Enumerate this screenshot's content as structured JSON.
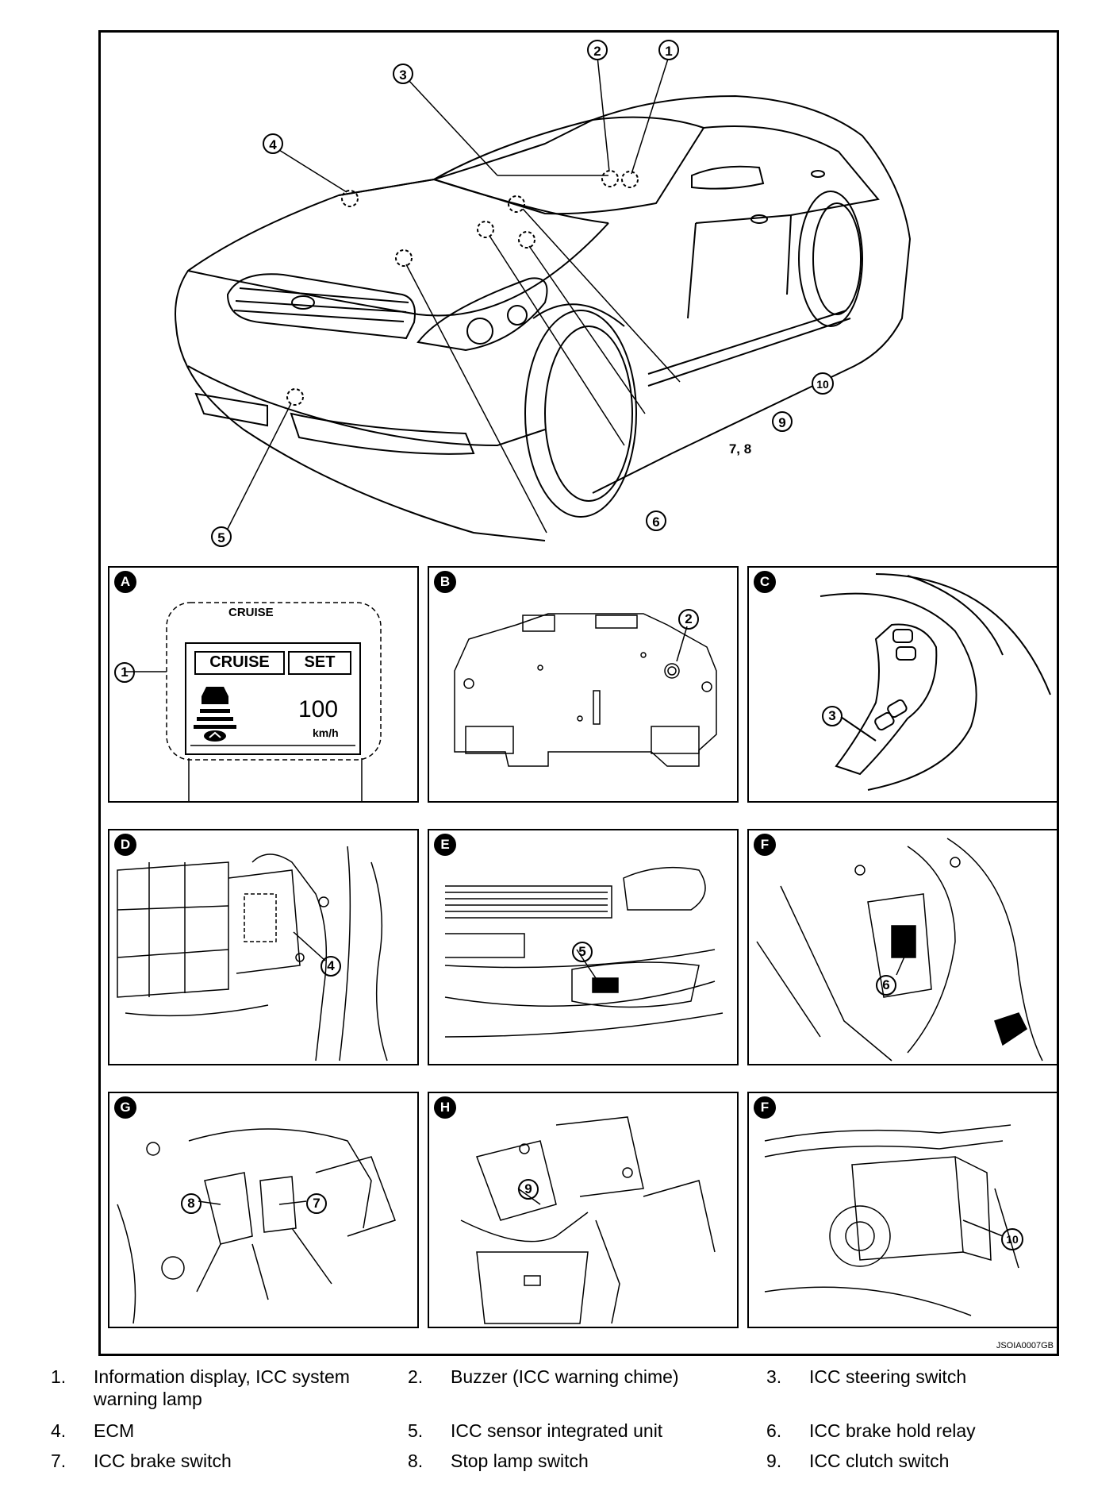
{
  "figure_id": "JSOIA0007GB",
  "car_callouts": [
    "1",
    "2",
    "3",
    "4",
    "5",
    "6",
    "7, 8",
    "9",
    "10"
  ],
  "panels": [
    {
      "letter": "A",
      "callouts": [
        "1"
      ]
    },
    {
      "letter": "B",
      "callouts": [
        "2"
      ]
    },
    {
      "letter": "C",
      "callouts": [
        "3"
      ]
    },
    {
      "letter": "D",
      "callouts": [
        "4"
      ]
    },
    {
      "letter": "E",
      "callouts": [
        "5"
      ]
    },
    {
      "letter": "F",
      "callouts": [
        "6"
      ]
    },
    {
      "letter": "G",
      "callouts": [
        "8",
        "7"
      ]
    },
    {
      "letter": "H",
      "callouts": [
        "9"
      ]
    },
    {
      "letter": "F",
      "callouts": [
        "10"
      ]
    }
  ],
  "display": {
    "caption": "CRUISE",
    "mode_label": "CRUISE",
    "set_label": "SET",
    "speed": "100",
    "unit": "km/h"
  },
  "legend": [
    {
      "num": "1.",
      "text": "Information display, ICC system warning lamp"
    },
    {
      "num": "2.",
      "text": "Buzzer (ICC warning chime)"
    },
    {
      "num": "3.",
      "text": "ICC steering switch"
    },
    {
      "num": "4.",
      "text": "ECM"
    },
    {
      "num": "5.",
      "text": "ICC sensor integrated unit"
    },
    {
      "num": "6.",
      "text": "ICC brake hold relay"
    },
    {
      "num": "7.",
      "text": "ICC brake switch"
    },
    {
      "num": "8.",
      "text": "Stop lamp switch"
    },
    {
      "num": "9.",
      "text": "ICC clutch switch"
    }
  ]
}
